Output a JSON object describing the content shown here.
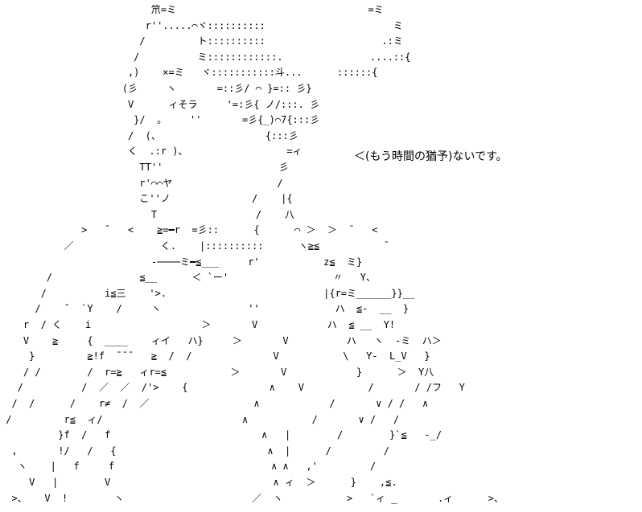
{
  "speech": {
    "text": "＜(もう時間の猶予)ないです。"
  },
  "ascii_art": {
    "lines": [
      "                          笊=ミ                                 =ミ",
      "                         r''.....⌒ヾ::::::::::                      ミ",
      "                        /         ト::::::::::                    .:ミ",
      "                       /          ミ::::::::::::.               ....::{",
      "                      ,)    ×=ミ   ヾ:::::::::::斗...      ::::::{",
      "                     (彡     ヽ       =::彡/ ⌒ }=:: 彡}",
      "                      V      ィそラ     '=:彡{ ノ/:::. 彡",
      "                       }/  。    ''       =彡{_)⌒7{:::彡",
      "                      /  (、                  {:::彡",
      "                      く  .:r )、                 =ィ",
      "                        TT''                    彡",
      "                        r'⌒⌒ヤ                  /",
      "                        こ''ノ              /    |{",
      "                          T                 /    八",
      "              >   ¯   <    ≧=━r  =彡::      {      ⌒ ＞  ＞  ¯   <",
      "           ／               く.    |::::::::::      ヽ≧≦           ¯",
      "                          -────ミ━≦___     r'           z≦  ミ}",
      "        /               ≦__      ＜ `ー'                  〃   Y、",
      "       /          i≦三    '>.                           |{r=ミ______}}__",
      "      /    ¯  `Y    /     ヽ               ''             ハ  ≦-  __  }",
      "    r  / く    i                   ＞       V            ハ  ≦ __  Y!",
      "    V    ≧     {  ____    ィイ   ハ}     ＞       V          ハ   ヽ  -ミ  ハ＞",
      "     }         ≧!f  ¯¯¯   ≧  /  /              V           \\   Y-  L_V   }",
      "    / /        /  r=≧   ィr=≦           ＞       V            }      ＞  Y八",
      "   /          /  ／  ／  /'>    {              ∧    V           /       / /フ   Y",
      "  /  /      /    r≠  /  ／                  ∧            /       ∨ / /   ∧",
      " /         r≦  ィ/                        ∧           /       ∨ /   /",
      "          }f  /   f                          ∧   |        /        }`≦   -_/",
      "  ,       !/   /   {                          ∧  |      /         /",
      "   ヽ    |   f     f                           ∧ ∧   ,'         /",
      "     V   |        V                            ∧ ィ  ＞      }    ,≦.",
      "  >、   V  !        ヽ                      ／  ヽ           >   `ィ _       .ィ      >、"
    ]
  }
}
